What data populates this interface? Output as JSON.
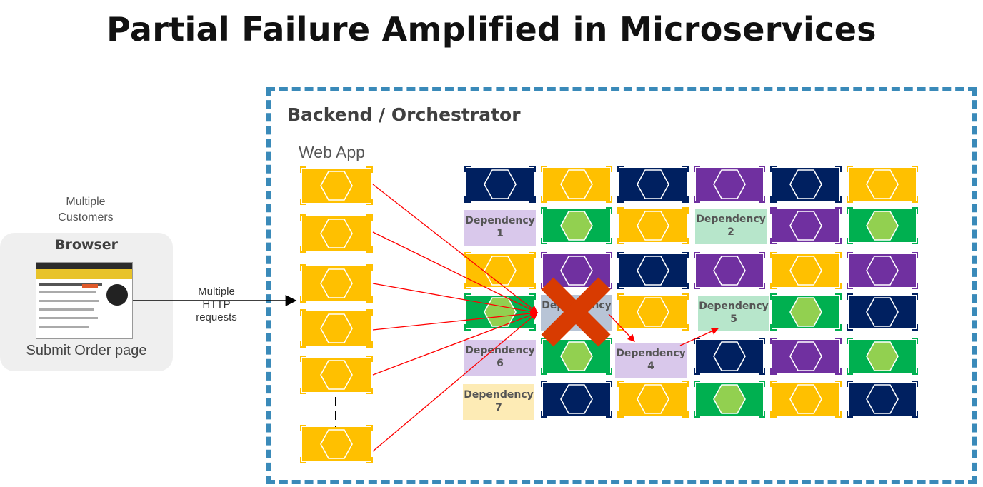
{
  "title": "Partial Failure Amplified in Microservices",
  "backend": {
    "label": "Backend / Orchestrator"
  },
  "webapp": {
    "label": "Web App"
  },
  "customers": {
    "line1": "Multiple",
    "line2": "Customers"
  },
  "browser": {
    "title": "Browser",
    "caption": "Submit Order page"
  },
  "http": {
    "line1": "Multiple",
    "line2": "HTTP requests"
  },
  "dependencies": {
    "d1": {
      "line1": "Dependency",
      "line2": "1"
    },
    "d2": {
      "line1": "Dependency",
      "line2": "2"
    },
    "d3": {
      "line1": "Dependency",
      "line2": ""
    },
    "d4": {
      "line1": "Dependency",
      "line2": "4"
    },
    "d5": {
      "line1": "Dependency",
      "line2": "5"
    },
    "d6": {
      "line1": "Dependency",
      "line2": "6"
    },
    "d7": {
      "line1": "Dependency",
      "line2": "7"
    }
  },
  "colors": {
    "frame": "#3a8ab9",
    "yellow": "#ffc000",
    "navy": "#002060",
    "purple": "#7030a0",
    "green": "#00b050",
    "lightgreen": "#92d050",
    "arrow": "#ff0000",
    "failure_x": "#d83b01"
  }
}
